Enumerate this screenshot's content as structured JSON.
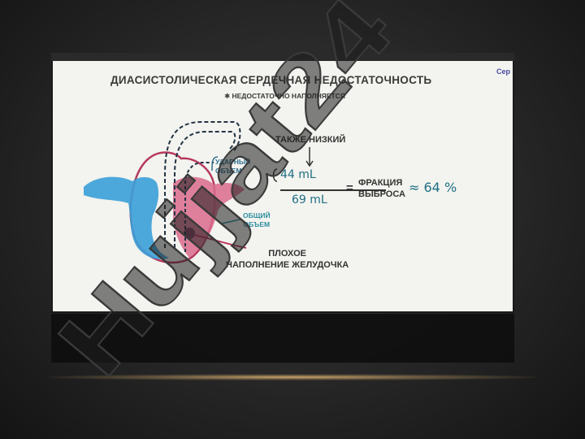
{
  "slide": {
    "title": "ДИАСИСТОЛИЧЕСКАЯ СЕРДЕЧНАЯ НЕДОСТАТОЧНОСТЬ",
    "subtitle": "✱ НЕДОСТАТОЧНО НАПОЛНЯЕТСЯ",
    "corner_text": "Сер",
    "labels": {
      "also_low": "ТАКЖЕ НИЗКИЙ",
      "stroke_volume_line1": "УДАРНЫЙ",
      "stroke_volume_line2": "ОБЪЕМ",
      "total_volume_line1": "ОБЩИЙ",
      "total_volume_line2": "ОБЪЕМ",
      "poor_fill_line1": "ПЛОХОЕ",
      "poor_fill_line2": "НАПОЛНЕНИЕ ЖЕЛУДОЧКА",
      "ef_line1": "ФРАКЦИЯ",
      "ef_line2": "ВЫБРОСА"
    },
    "values": {
      "stroke_volume": "44 mL",
      "total_volume": "69 mL",
      "equals": "=",
      "result": "≈ 64 %"
    }
  },
  "watermark": {
    "text": "Hujjat24"
  },
  "colors": {
    "blue_chamber": "#3aa0d8",
    "pink_chamber": "#d96a8c",
    "teal_text": "#1f6f84",
    "watermark_purple": "#8a7ad6",
    "watermark_dark": "#1e1e1e"
  }
}
